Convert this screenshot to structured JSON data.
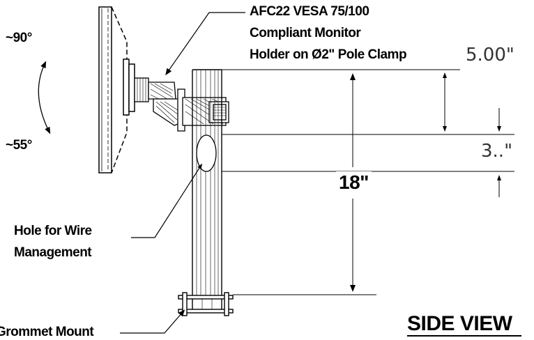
{
  "labels": {
    "angle_up": "~90°",
    "angle_down": "~55°",
    "product_line1": "AFC22 VESA 75/100",
    "product_line2": "Compliant Monitor",
    "product_line3": "Holder on Ø2\" Pole Clamp",
    "hole_line1": "Hole for Wire",
    "hole_line2": "Management",
    "grommet": "Grommet Mount",
    "view_title": "SIDE VIEW"
  },
  "dimensions": {
    "top_offset": "5.00\"",
    "clamp_height": "3..\"",
    "pole_height": "18\""
  }
}
